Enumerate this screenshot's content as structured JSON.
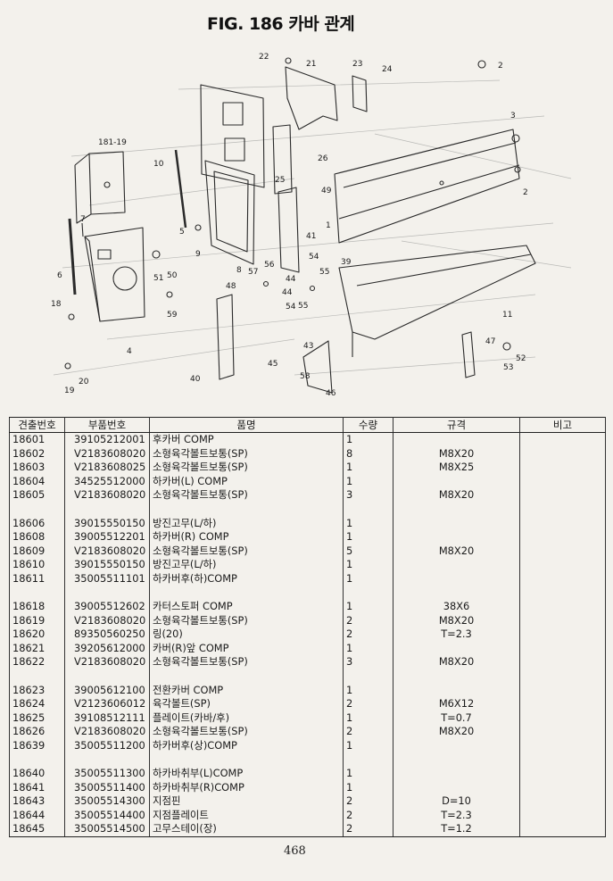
{
  "figure": {
    "title": "FIG. 186 카바 관계"
  },
  "callouts": [
    "22",
    "21",
    "23",
    "24",
    "2",
    "3",
    "181-19",
    "10",
    "26",
    "25",
    "49",
    "7",
    "2",
    "1",
    "5",
    "9",
    "6",
    "50",
    "51",
    "8",
    "57",
    "56",
    "41",
    "54",
    "55",
    "39",
    "18",
    "59",
    "48",
    "44",
    "44",
    "54",
    "55",
    "11",
    "43",
    "47",
    "52",
    "53",
    "45",
    "58",
    "4",
    "19",
    "20",
    "40",
    "46"
  ],
  "table": {
    "headers": [
      "견출번호",
      "부품번호",
      "품명",
      "수량",
      "규격",
      "비고"
    ],
    "rows": [
      {
        "no": "18601",
        "part": "39105212001",
        "name": "후카버 COMP",
        "qty": "1",
        "spec": ""
      },
      {
        "no": "18602",
        "part": "V2183608020",
        "name": "소형육각볼트보통(SP)",
        "qty": "8",
        "spec": "M8X20"
      },
      {
        "no": "18603",
        "part": "V2183608025",
        "name": "소형육각볼트보통(SP)",
        "qty": "1",
        "spec": "M8X25"
      },
      {
        "no": "18604",
        "part": "34525512000",
        "name": "하카버(L) COMP",
        "qty": "1",
        "spec": ""
      },
      {
        "no": "18605",
        "part": "V2183608020",
        "name": "소형육각볼트보통(SP)",
        "qty": "3",
        "spec": "M8X20"
      },
      {
        "no": "",
        "part": "",
        "name": "",
        "qty": "",
        "spec": ""
      },
      {
        "no": "18606",
        "part": "39015550150",
        "name": "방진고무(L/하)",
        "qty": "1",
        "spec": ""
      },
      {
        "no": "18608",
        "part": "39005512201",
        "name": "하카버(R) COMP",
        "qty": "1",
        "spec": ""
      },
      {
        "no": "18609",
        "part": "V2183608020",
        "name": "소형육각볼트보통(SP)",
        "qty": "5",
        "spec": "M8X20"
      },
      {
        "no": "18610",
        "part": "39015550150",
        "name": "방진고무(L/하)",
        "qty": "1",
        "spec": ""
      },
      {
        "no": "18611",
        "part": "35005511101",
        "name": "하카버후(하)COMP",
        "qty": "1",
        "spec": ""
      },
      {
        "no": "",
        "part": "",
        "name": "",
        "qty": "",
        "spec": ""
      },
      {
        "no": "18618",
        "part": "39005512602",
        "name": "카터스토퍼 COMP",
        "qty": "1",
        "spec": "38X6"
      },
      {
        "no": "18619",
        "part": "V2183608020",
        "name": "소형육각볼트보통(SP)",
        "qty": "2",
        "spec": "M8X20"
      },
      {
        "no": "18620",
        "part": "89350560250",
        "name": "링(20)",
        "qty": "2",
        "spec": "T=2.3"
      },
      {
        "no": "18621",
        "part": "39205612000",
        "name": "카버(R)앞 COMP",
        "qty": "1",
        "spec": ""
      },
      {
        "no": "18622",
        "part": "V2183608020",
        "name": "소형육각볼트보통(SP)",
        "qty": "3",
        "spec": "M8X20"
      },
      {
        "no": "",
        "part": "",
        "name": "",
        "qty": "",
        "spec": ""
      },
      {
        "no": "18623",
        "part": "39005612100",
        "name": "전환카버 COMP",
        "qty": "1",
        "spec": ""
      },
      {
        "no": "18624",
        "part": "V2123606012",
        "name": "육각볼트(SP)",
        "qty": "2",
        "spec": "M6X12"
      },
      {
        "no": "18625",
        "part": "39108512111",
        "name": "플레이트(카바/후)",
        "qty": "1",
        "spec": "T=0.7"
      },
      {
        "no": "18626",
        "part": "V2183608020",
        "name": "소형육각볼트보통(SP)",
        "qty": "2",
        "spec": "M8X20"
      },
      {
        "no": "18639",
        "part": "35005511200",
        "name": "하카버후(상)COMP",
        "qty": "1",
        "spec": ""
      },
      {
        "no": "",
        "part": "",
        "name": "",
        "qty": "",
        "spec": ""
      },
      {
        "no": "18640",
        "part": "35005511300",
        "name": "하카바취부(L)COMP",
        "qty": "1",
        "spec": ""
      },
      {
        "no": "18641",
        "part": "35005511400",
        "name": "하카바취부(R)COMP",
        "qty": "1",
        "spec": ""
      },
      {
        "no": "18643",
        "part": "35005514300",
        "name": "지점핀",
        "qty": "2",
        "spec": "D=10"
      },
      {
        "no": "18644",
        "part": "35005514400",
        "name": "지점플레이트",
        "qty": "2",
        "spec": "T=2.3"
      },
      {
        "no": "18645",
        "part": "35005514500",
        "name": "고무스테이(장)",
        "qty": "2",
        "spec": "T=1.2"
      }
    ]
  },
  "footer": {
    "page_number": "468"
  }
}
